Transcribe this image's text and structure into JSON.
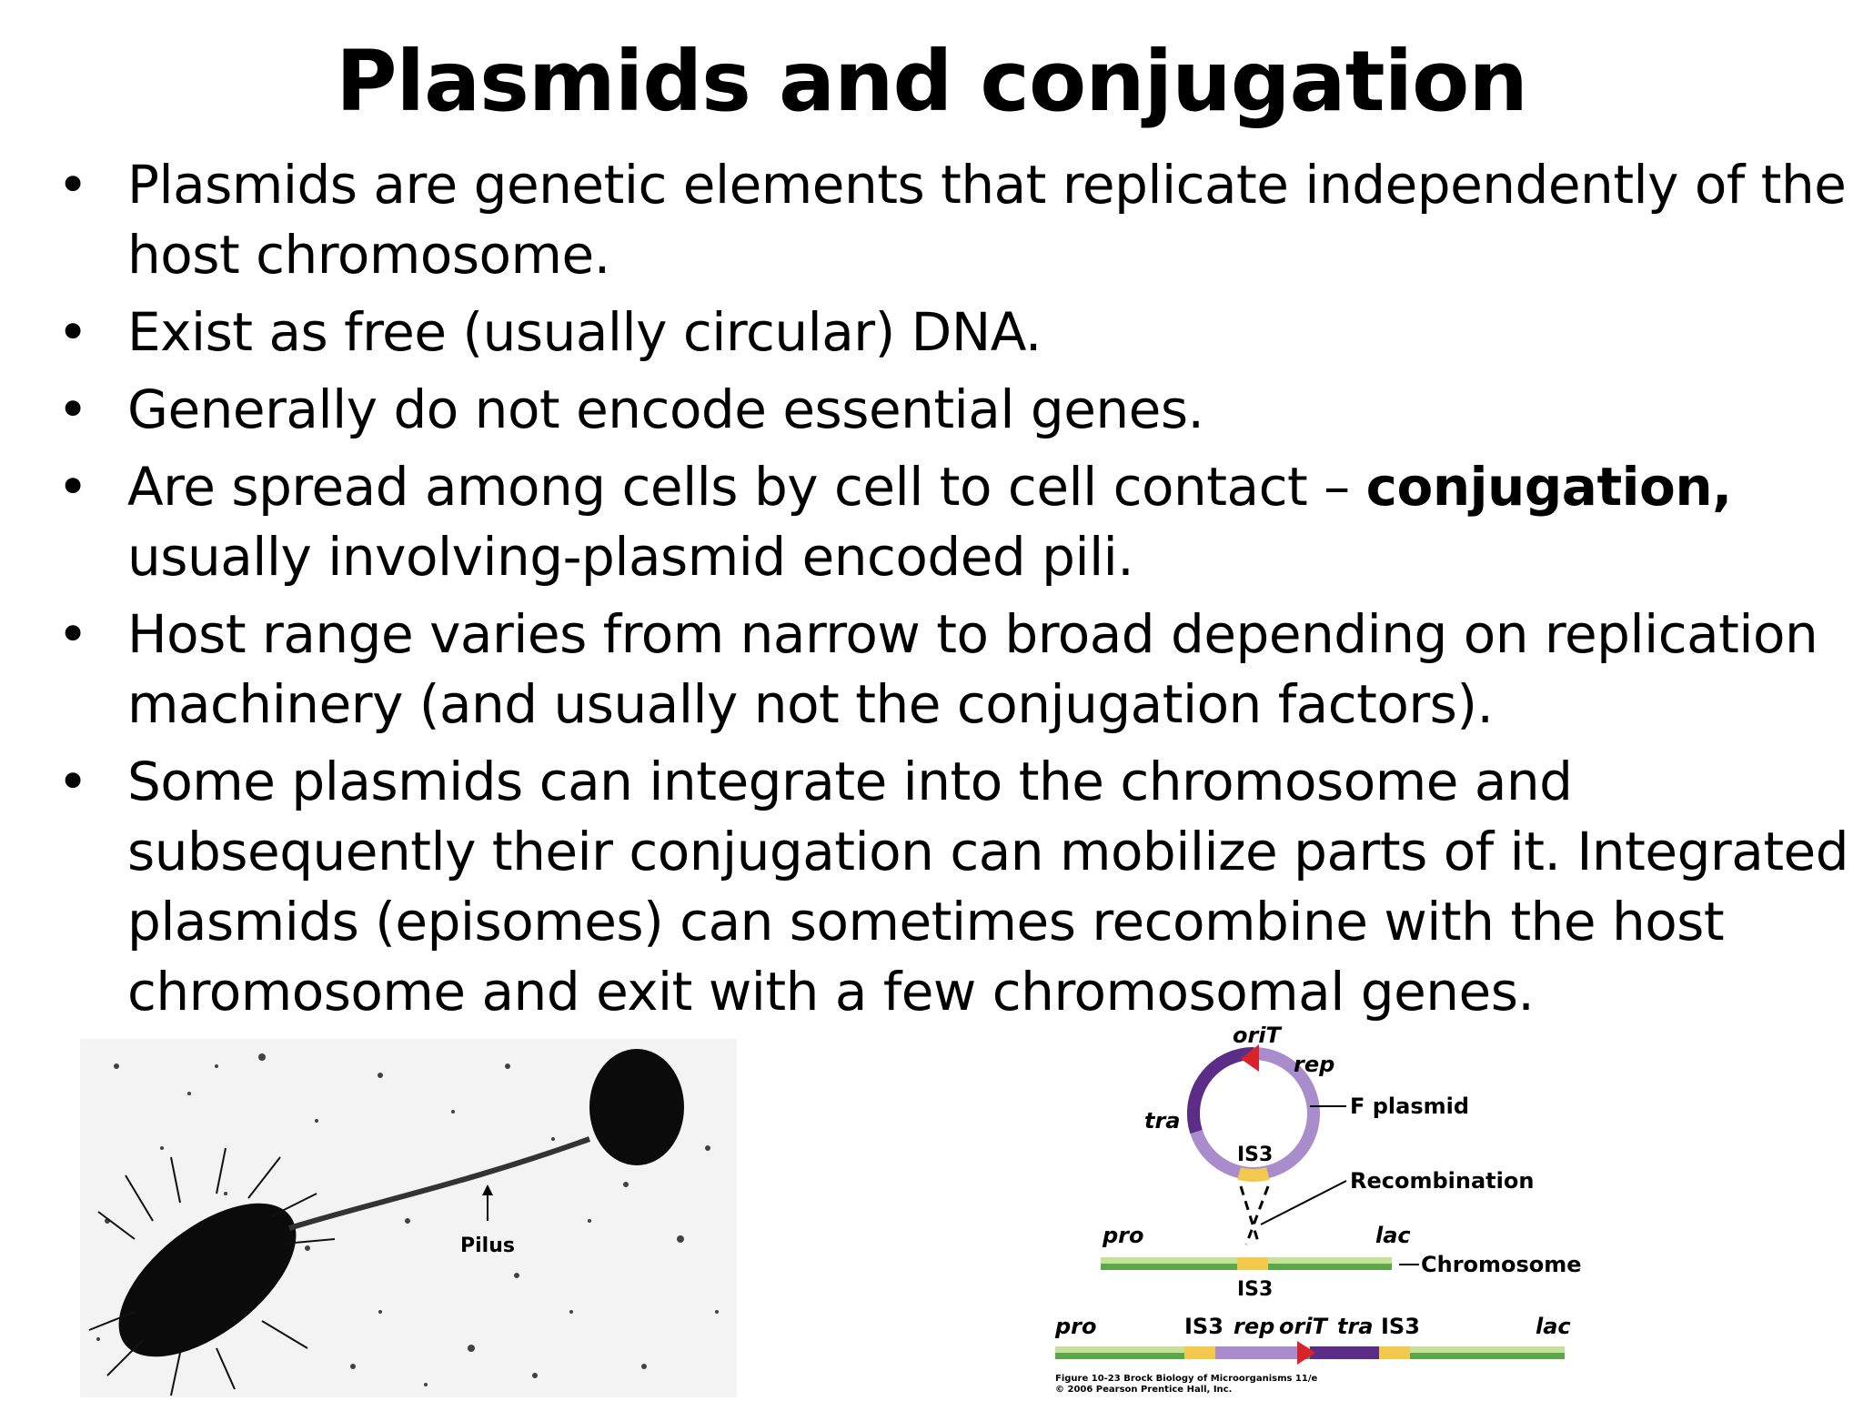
{
  "title": "Plasmids and conjugation",
  "bullets": [
    {
      "text": "Plasmids are genetic elements that replicate independently of the host chromosome."
    },
    {
      "text": "Exist as free (usually circular) DNA."
    },
    {
      "text": "Generally do not encode essential genes."
    },
    {
      "before": "Are spread among cells by cell to cell contact – ",
      "bold": "conjugation,",
      "after": " usually involving-plasmid encoded pili."
    },
    {
      "text": "Host range varies from narrow to broad depending on replication machinery (and usually not the conjugation factors)."
    },
    {
      "text": "Some plasmids can integrate into the chromosome and subsequently their conjugation can mobilize parts of it. Integrated plasmids (episomes) can sometimes recombine with the host chromosome and exit with a few chromosomal genes."
    }
  ],
  "micrograph": {
    "pilus_label": "Pilus"
  },
  "diagram": {
    "oriT": "oriT",
    "rep": "rep",
    "tra": "tra",
    "f_plasmid": "F plasmid",
    "is3_top": "IS3",
    "recombination": "Recombination",
    "pro": "pro",
    "lac": "lac",
    "chromosome": "Chromosome",
    "is3_mid": "IS3",
    "bottom_pro": "pro",
    "bottom_is3_left": "IS3",
    "bottom_rep": "rep",
    "bottom_oriT": "oriT",
    "bottom_tra": "tra",
    "bottom_is3_right": "IS3",
    "bottom_lac": "lac",
    "credit_line1": "Figure 10-23  Brock Biology of Microorganisms 11/e",
    "credit_line2": "© 2006 Pearson Prentice Hall, Inc.",
    "colors": {
      "purple_dark": "#5b2d86",
      "purple_light": "#a98ccc",
      "green_dark": "#5aa84a",
      "green_light": "#c6e29a",
      "yellow": "#f2c94c",
      "red": "#d8232a"
    }
  }
}
